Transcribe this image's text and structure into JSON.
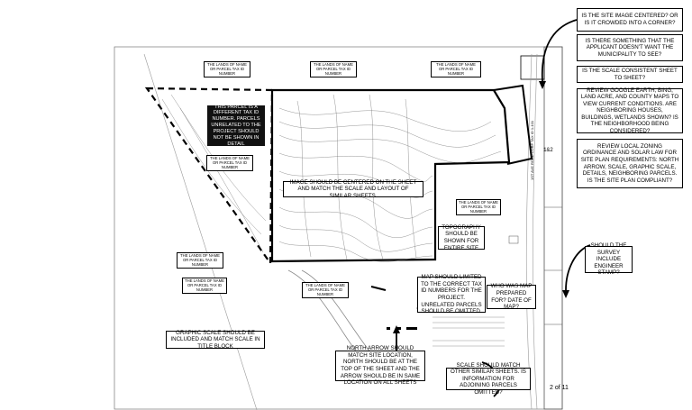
{
  "sheet": {
    "page_number": "2 of 11",
    "sheet_code": "1&2",
    "title_block_text": "1ST AVE ROAD CORP TAX ID 1-101"
  },
  "parcel_labels": [
    "THE LANDS OF NAME OR PARCEL TAX ID NUMBER",
    "THE LANDS OF NAME OR PARCEL TAX ID NUMBER",
    "THE LANDS OF NAME OR PARCEL TAX ID NUMBER",
    "THE LANDS OF NAME OR PARCEL TAX ID NUMBER",
    "THE LANDS OF NAME OR PARCEL TAX ID NUMBER",
    "THE LANDS OF NAME OR PARCEL TAX ID NUMBER",
    "THE LANDS OF NAME OR PARCEL TAX ID NUMBER",
    "THE LANDS OF NAME OR PARCEL TAX ID NUMBER"
  ],
  "comments": {
    "centered": "IS THE SITE IMAGE CENTERED? OR IS IT CROWDED INTO A CORNER?",
    "hidden": "IS THERE SOMETHING THAT THE APPLICANT DOESN'T WANT THE MUNICIPALITY TO SEE?",
    "scale_consistent": "IS THE SCALE CONSISTENT SHEET TO SHEET?",
    "review_maps": "REVIEW GOOGLE EARTH, BING, LAND ACRE, AND COUNTY MAPS TO VIEW CURRENT CONDITIONS. ARE NEIGHBORING HOUSES, BUILDINGS, WETLANDS SHOWN? IS THE NEIGHBORHOOD BEING CONSIDERED?",
    "zoning": "REVIEW LOCAL ZONING ORDINANCE AND SOLAR LAW FOR SITE PLAN REQUIREMENTS: NORTH ARROW, SCALE, GRAPHIC SCALE, DETAILS, NEIGHBORING PARCELS. IS THE SITE PLAN COMPLIANT?",
    "different_tax": "THIS PARCEL IS A DIFFERENT TAX ID NUMBER. PARCELS UNRELATED TO THE PROJECT SHOULD NOT BE SHOWN IN DETAIL",
    "image_centered": "IMAGE SHOULD BE CENTERED ON THE SHEET AND MATCH THE SCALE AND LAYOUT OF SIMILAR SHEETS.",
    "topography": "TOPOGRAPHY SHOULD BE SHOWN FOR ENTIRE SITE",
    "engineer_stamp": "SHOULD THE SURVEY INCLUDE ENGINEER STAMP?",
    "map_limited": "MAP SHOULD LIMITED TO THE CORRECT TAX ID NUMBERS FOR THE PROJECT. UNRELATED PARCELS SHOULD BE OMITTED.",
    "who_prepared": "WHO WAS MAP PREPARED FOR? DATE OF MAP?",
    "graphic_scale": "GRAPHIC SCALE SHOULD BE INCLUDED AND MATCH SCALE IN TITLE BLOCK",
    "north_arrow": "NORTH ARROW SHOULD MATCH SITE LOCATION, NORTH SHOULD BE AT THE TOP OF THE SHEET AND THE ARROW SHOULD BE IN SAME LOCATION ON ALL SHEETS",
    "scale_match": "SCALE SHOULD MATCH OTHER SIMILAR SHEETS. IS INFORMATION FOR ADJOINING PARCELS OMITTED?"
  },
  "colors": {
    "ink": "#000000",
    "paper": "#ffffff",
    "line": "#555555"
  }
}
